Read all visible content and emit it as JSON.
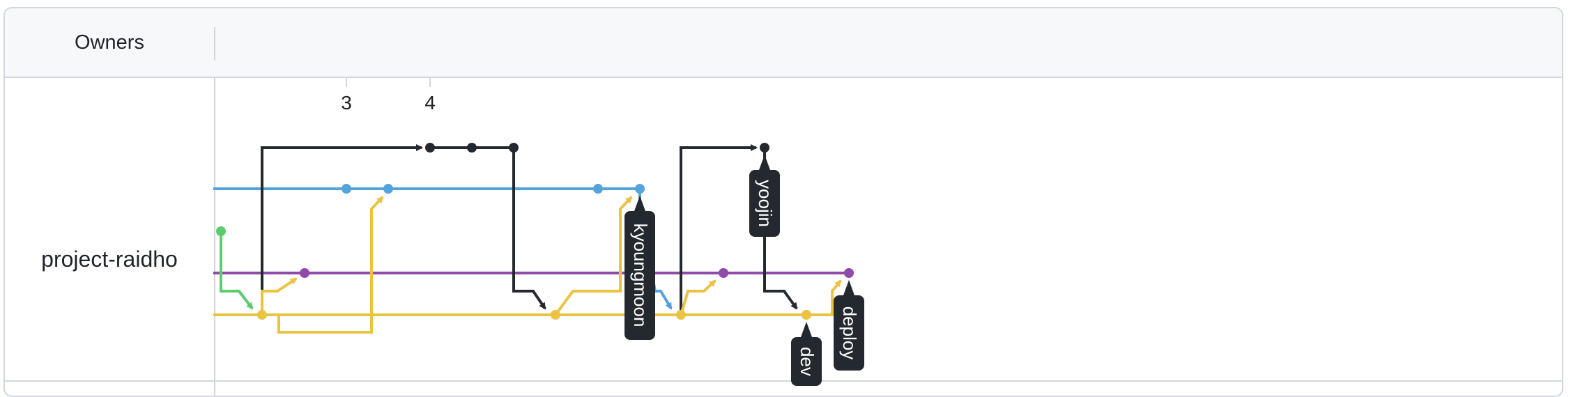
{
  "table": {
    "header": {
      "owners_label": "Owners"
    },
    "rows": [
      {
        "owner": "project-raidho"
      }
    ]
  },
  "graph": {
    "ticks": [
      "3",
      "4"
    ],
    "colors": {
      "black": "#24292f",
      "blue": "#54a3dc",
      "green": "#5dcb6f",
      "purple": "#8e4ba8",
      "yellow": "#ebc343",
      "badge": "#24292f",
      "grid": "#d0d7de"
    },
    "branch_labels": {
      "yoojin": "yoojin",
      "kyoungmoon": "kyoungmoon",
      "dev": "dev",
      "deploy": "deploy"
    }
  }
}
